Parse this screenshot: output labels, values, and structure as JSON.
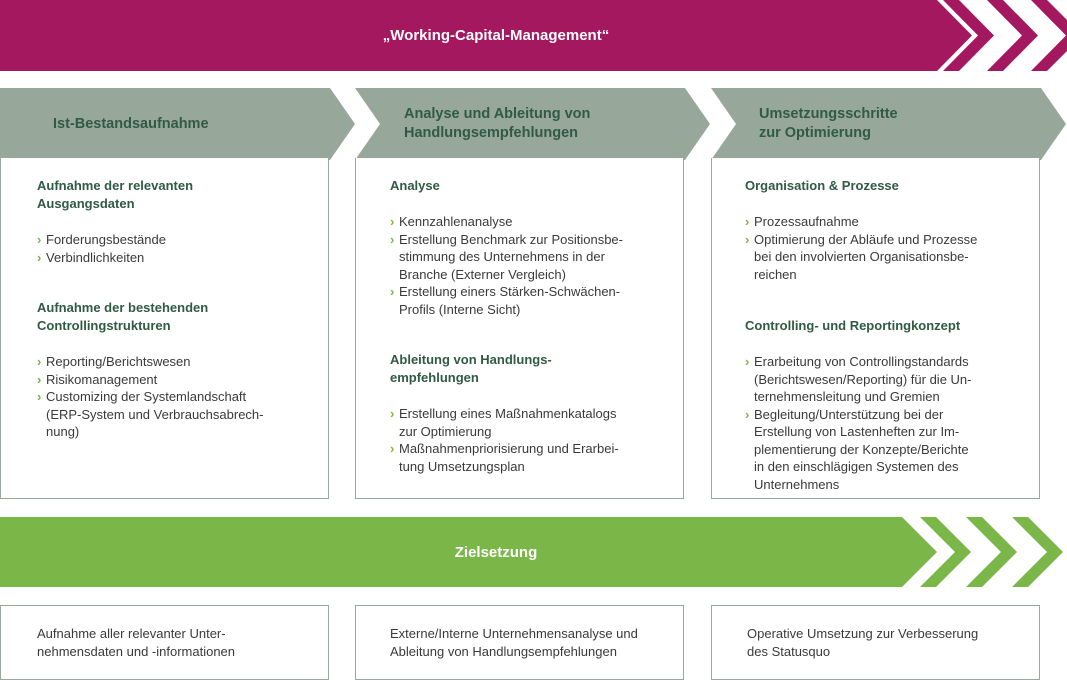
{
  "banner": {
    "title": "„Working-Capital-Management“",
    "color": "#a3185f"
  },
  "phases": [
    {
      "title": "Ist-Bestandsaufnahme"
    },
    {
      "title": "Analyse und Ableitung von\nHandlungsempfehlungen"
    },
    {
      "title": "Umsetzungsschritte\nzur Optimierung"
    }
  ],
  "phase_color": "#97a89b",
  "columns": [
    {
      "sections": [
        {
          "heading": "Aufnahme der relevanten\nAusgangsdaten",
          "items": [
            "Forderungsbestände",
            "Verbindlichkeiten"
          ]
        },
        {
          "heading": "Aufnahme der bestehenden\nControllingstrukturen",
          "items": [
            "Reporting/Berichtswesen",
            "Risikomanagement",
            "Customizing der Systemlandschaft\n(ERP-System und Verbrauchsabrech-\nnung)"
          ]
        }
      ]
    },
    {
      "sections": [
        {
          "heading": "Analyse",
          "items": [
            "Kennzahlenanalyse",
            "Erstellung Benchmark zur Positionsbe-\nstimmung des Unternehmens in der\nBranche (Externer Vergleich)",
            "Erstellung einers Stärken-Schwächen-\nProfils (Interne Sicht)"
          ]
        },
        {
          "heading": "Ableitung von Handlungs-\nempfehlungen",
          "items": [
            "Erstellung eines Maßnahmenkatalogs\nzur Optimierung",
            "Maßnahmenpriorisierung und Erarbei-\ntung Umsetzungsplan"
          ]
        }
      ]
    },
    {
      "sections": [
        {
          "heading": "Organisation & Prozesse",
          "items": [
            "Prozessaufnahme",
            "Optimierung der Abläufe und Prozesse\nbei den involvierten Organisationsbe-\nreichen"
          ]
        },
        {
          "heading": "Controlling- und Reportingkonzept",
          "items": [
            "Erarbeitung von Controllingstandards\n(Berichtswesen/Reporting) für die Un-\nternehmensleitung und Gremien",
            "Begleitung/Unterstützung bei der\nErstellung von Lastenheften zur Im-\nplementierung der Konzepte/Berichte\nin den einschlägigen Systemen des\nUnternehmens"
          ]
        }
      ]
    }
  ],
  "bullet_glyph": "›",
  "goal": {
    "title": "Zielsetzung",
    "color": "#7ab648",
    "items": [
      "Aufnahme aller relevanter Unter-\nnehmensdaten und -informationen",
      "Externe/Interne Unternehmensanalyse und\nAbleitung von Handlungsempfehlungen",
      "Operative Umsetzung zur Verbesserung\ndes Statusquo"
    ]
  }
}
